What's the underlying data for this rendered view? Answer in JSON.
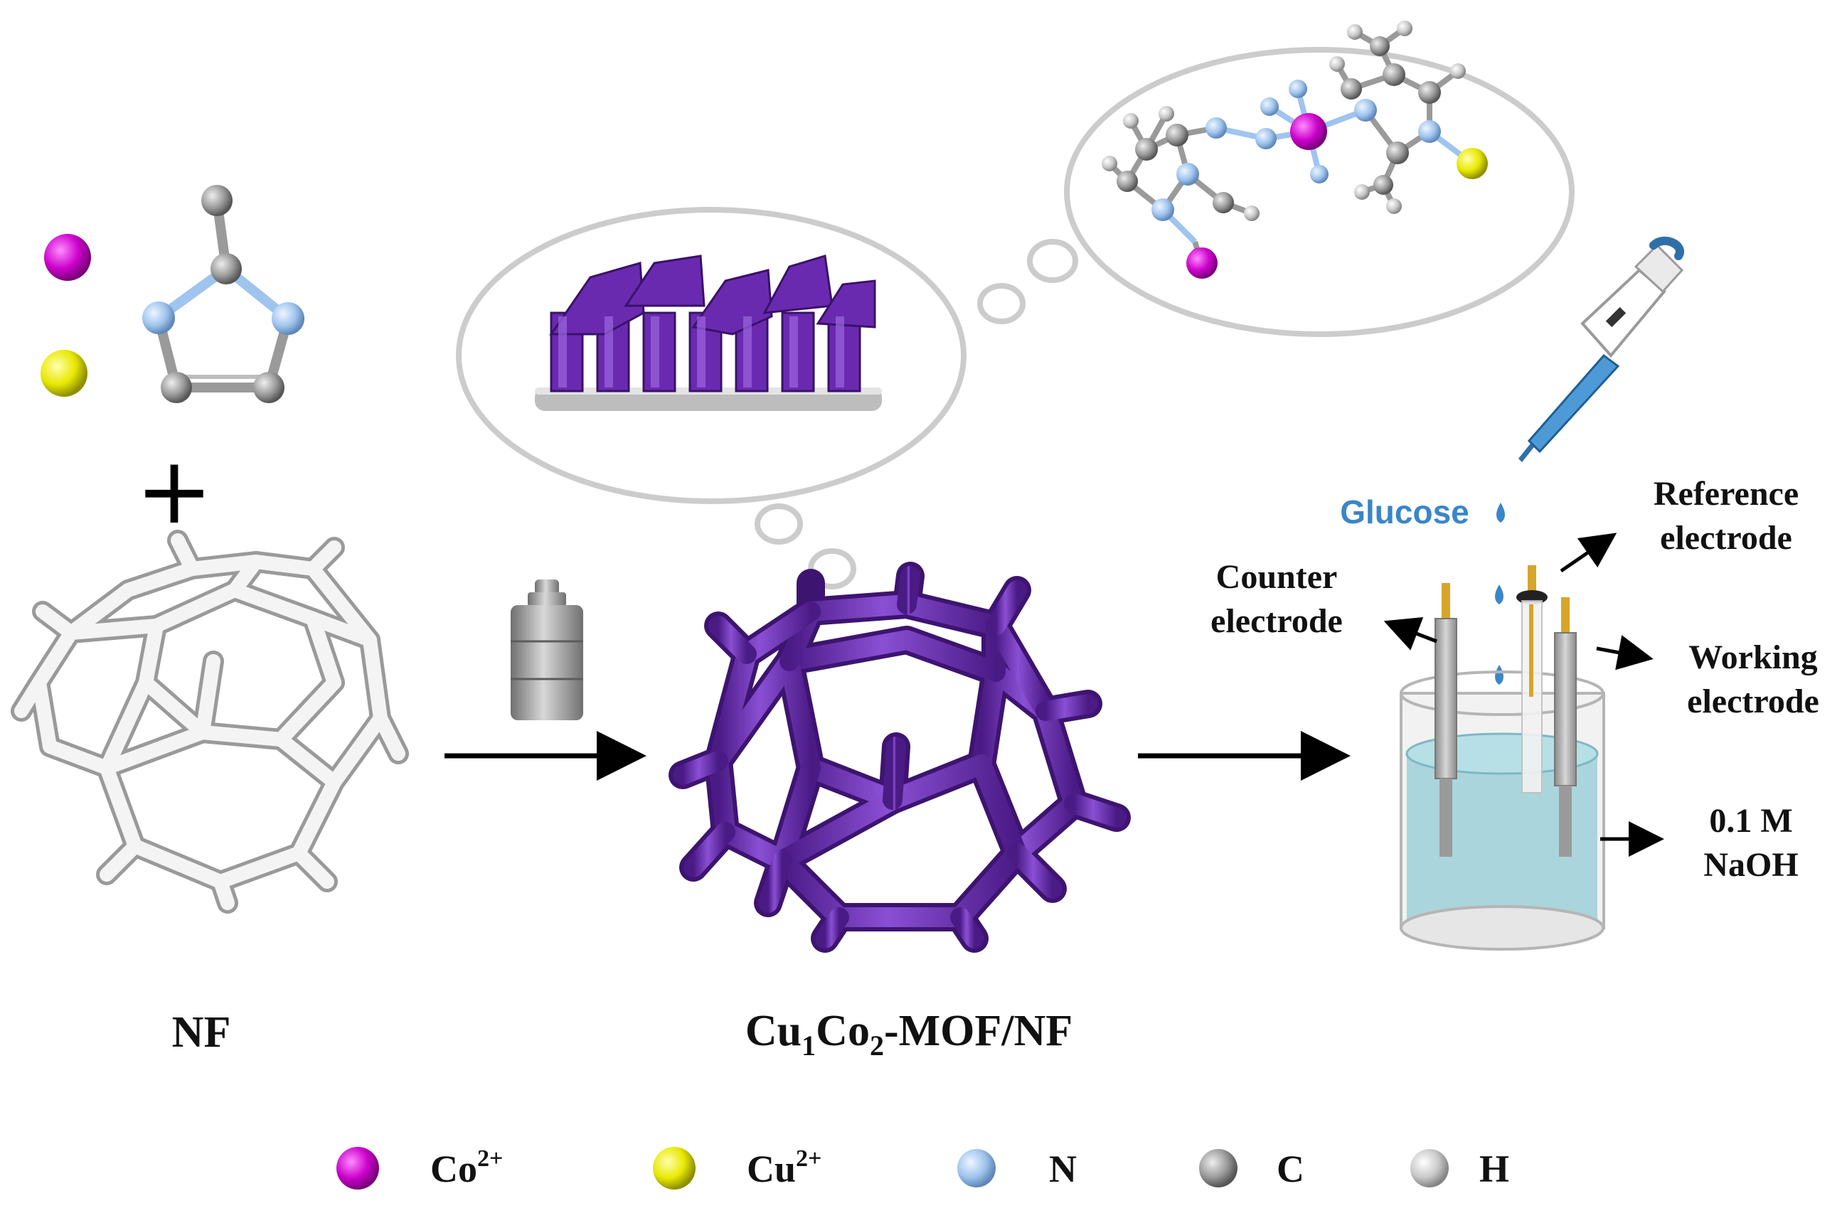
{
  "labels": {
    "nf": "NF",
    "mof_main": "Cu",
    "mof_sub1": "1",
    "mof_co": "Co",
    "mof_sub2": "2",
    "mof_rest": "-MOF/NF",
    "glucose": "Glucose",
    "reference_line1": "Reference",
    "reference_line2": "electrode",
    "counter_line1": "Counter",
    "counter_line2": "electrode",
    "working_line1": "Working",
    "working_line2": "electrode",
    "electrolyte_line1": "0.1 M",
    "electrolyte_line2": "NaOH",
    "plus": "+"
  },
  "legend": [
    {
      "symbol": "Co",
      "sup": "2+",
      "color": "#cc00cc"
    },
    {
      "symbol": "Cu",
      "sup": "2+",
      "color": "#eeee00"
    },
    {
      "symbol": "N",
      "sup": "",
      "color": "#9fc4ee"
    },
    {
      "symbol": "C",
      "sup": "",
      "color": "#9a9a9a"
    },
    {
      "symbol": "H",
      "sup": "",
      "color": "#c4c4c4"
    }
  ],
  "colors": {
    "mof_purple": "#6a2ab0",
    "nickel_foam": "#e6e6e6",
    "glucose_blue": "#3a86c8",
    "electrolyte": "#9fd0d8",
    "bubble_outline": "#cccccc"
  },
  "icons": {
    "autoclave": "autoclave-icon",
    "pipette": "pipette-icon",
    "droplet": "droplet-icon"
  }
}
